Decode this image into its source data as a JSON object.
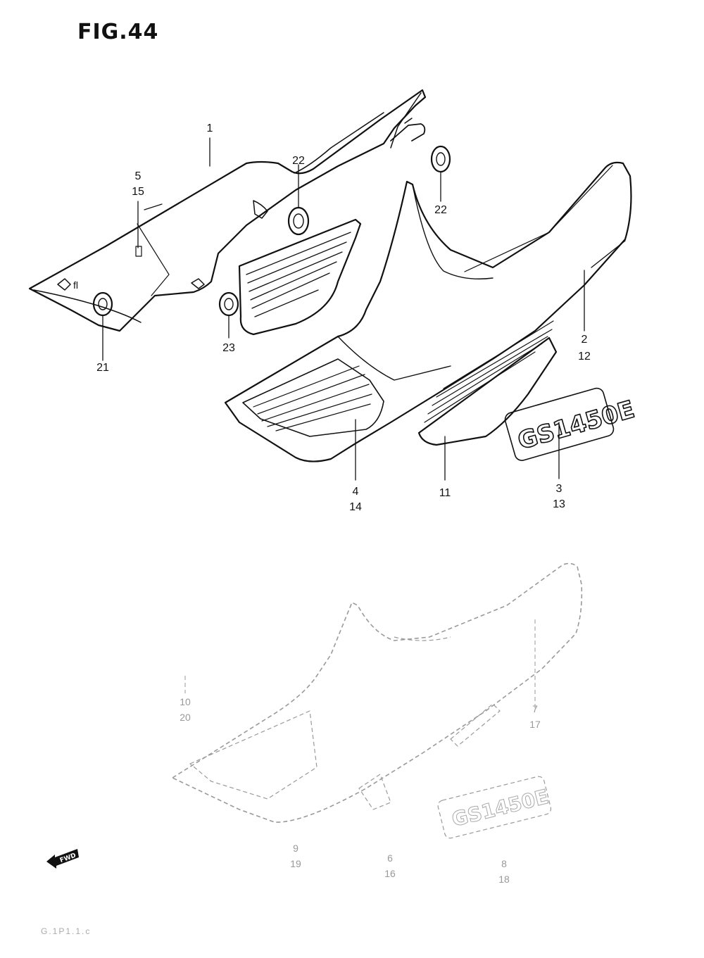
{
  "figure": {
    "title": "FIG.44"
  },
  "callouts": {
    "c1": "1",
    "c5": "5",
    "c15": "15",
    "c22a": "22",
    "c22b": "22",
    "c21": "21",
    "c23": "23",
    "c2": "2",
    "c12": "12",
    "c4": "4",
    "c14": "14",
    "c11": "11",
    "c3": "3",
    "c13": "13",
    "c10": "10",
    "c20": "20",
    "c7": "7",
    "c17": "17",
    "c9": "9",
    "c19": "19",
    "c6": "6",
    "c16": "16",
    "c8": "8",
    "c18": "18"
  },
  "emblem": {
    "text": "GS1450E",
    "faint_text": "GS1450E"
  },
  "fwd_badge": {
    "text": "FWD"
  },
  "footer": {
    "text": "G.1P1.1.c"
  },
  "colors": {
    "ink": "#111111",
    "faint": "#9a9a9a"
  }
}
